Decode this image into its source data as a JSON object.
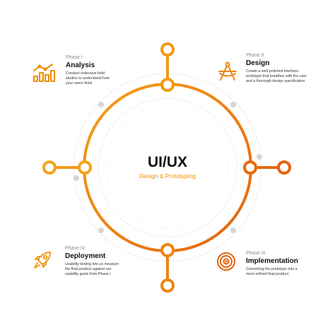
{
  "center": {
    "title": "UI/UX",
    "subtitle": "Design & Prototyping"
  },
  "colors": {
    "accent": "#f08c00",
    "accent_dark": "#e8670a",
    "text": "#111111",
    "muted": "#8a8a8a",
    "dots": "#d6d6d6"
  },
  "phases": [
    {
      "number": "Phase I",
      "title": "Analysis",
      "description": "Conduct extensive field studies to understand how your users think",
      "icon": "bar-chart-icon"
    },
    {
      "number": "Phase II",
      "title": "Design",
      "description": "Create a well-polished interface prototype that breathes with the user and a thorough design specification",
      "icon": "compass-icon"
    },
    {
      "number": "Phase III",
      "title": "Implementation",
      "description": "Converting the prototype into a more refined final product",
      "icon": "target-icon"
    },
    {
      "number": "Phase IV",
      "title": "Deployment",
      "description": "Usability testing lets us measure the final product against our usability goals from Phase I",
      "icon": "rocket-icon"
    }
  ]
}
